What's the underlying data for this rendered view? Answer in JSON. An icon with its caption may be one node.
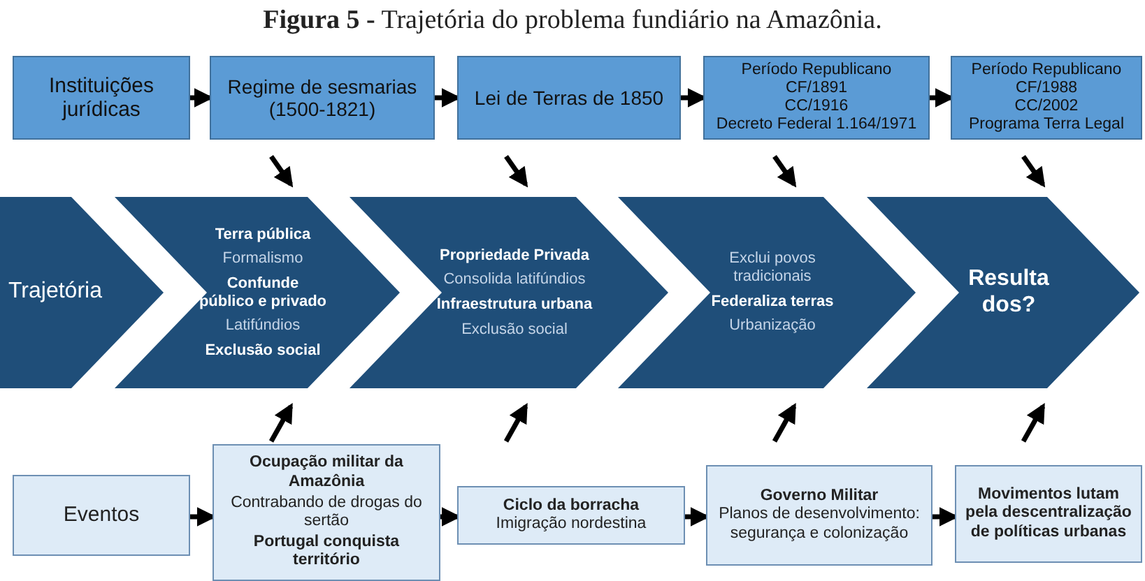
{
  "diagram": {
    "title": "**Figura 5 -** Trajetória do problema fundiário na Amazônia.",
    "nodes": [
      {
        "text": [
          "Instituições jurídicas"
        ]
      },
      {
        "text": [
          "Regime de sesmarias (1500-1821)"
        ]
      },
      {
        "text": [
          "Lei de Terras de 1850"
        ]
      },
      {
        "text": [
          "Período Republicano",
          "CF/1891",
          "CC/1916",
          "Decreto Federal 1.164/1971"
        ]
      },
      {
        "text": [
          "Período Republicano",
          "CF/1988",
          "CC/2002",
          "Programa Terra Legal"
        ]
      },
      {
        "text": [
          "Trajetória"
        ]
      },
      {
        "text": [
          "Terra pública",
          "Formalismo",
          "Confunde público e privado",
          "Latifúndios",
          "Exclusão social"
        ]
      },
      {
        "text": [
          "Propriedade Privada",
          "Consolida latifúndios",
          "Infraestrutura urbana",
          "Exclusão social"
        ]
      },
      {
        "text": [
          "Exclui povos tradicionais",
          "Federaliza terras",
          "Urbanização"
        ]
      },
      {
        "text": [
          "Resulta dos?"
        ]
      },
      {
        "text": [
          "Eventos"
        ]
      },
      {
        "text": [
          "Ocupação militar da Amazônia",
          "Contrabando de drogas do sertão",
          "Portugal conquista território"
        ]
      },
      {
        "text": [
          "Ciclo da borracha",
          "Imigração nordestina"
        ]
      },
      {
        "text": [
          "Governo Militar",
          "Planos de desenvolvimento: segurança e colonização"
        ]
      },
      {
        "text": [
          "Movimentos lutam pela descentralização de políticas urbanas"
        ]
      }
    ],
    "edges": [
      {
        "from": 0,
        "to": 1,
        "arrow": "to"
      },
      {
        "from": 1,
        "to": 2,
        "arrow": "to"
      },
      {
        "from": 2,
        "to": 3,
        "arrow": "to"
      },
      {
        "from": 3,
        "to": 4,
        "arrow": "to"
      },
      {
        "from": 1,
        "to": 6,
        "arrow": "to"
      },
      {
        "from": 2,
        "to": 7,
        "arrow": "to"
      },
      {
        "from": 3,
        "to": 8,
        "arrow": "to"
      },
      {
        "from": 4,
        "to": 9,
        "arrow": "to"
      },
      {
        "from": 10,
        "to": 11,
        "arrow": "to"
      },
      {
        "from": 11,
        "to": 12,
        "arrow": "to"
      },
      {
        "from": 12,
        "to": 13,
        "arrow": "to"
      },
      {
        "from": 13,
        "to": 14,
        "arrow": "to"
      },
      {
        "from": 11,
        "to": 6,
        "arrow": "to"
      },
      {
        "from": 12,
        "to": 7,
        "arrow": "to"
      },
      {
        "from": 13,
        "to": 8,
        "arrow": "to"
      },
      {
        "from": 14,
        "to": 9,
        "arrow": "to"
      }
    ]
  }
}
